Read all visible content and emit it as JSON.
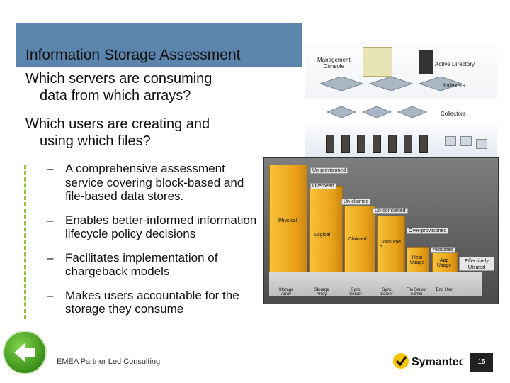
{
  "title": "Information Storage Assessment",
  "question1": [
    "Which servers are consuming",
    "data from which arrays?"
  ],
  "question2": [
    "Which users are creating and",
    "using which files?"
  ],
  "bullets": [
    "A comprehensive assessment service covering block-based and file-based data stores.",
    "Enables better-informed information lifecycle policy decisions",
    "Facilitates implementation of chargeback models",
    "Makes users accountable for the storage they consume"
  ],
  "diagram": {
    "management_console": [
      "Management",
      "Console"
    ],
    "active_directory": "Active Directory",
    "indexers": "Indexers",
    "collectors": "Collectors"
  },
  "chart": {
    "columns": [
      "Physical",
      "Logical",
      "Claimed",
      "Consumed",
      "Host Usage",
      "App Usage"
    ],
    "callouts": [
      "Un-provisioned",
      "Overhead",
      "Un-claimed",
      "Un-consumed",
      "Over-provisioned",
      "Allocated",
      "Effectively Utilized"
    ],
    "icon_labels": [
      "Storage Array",
      "Storage Array",
      "Sync Server",
      "Sync Server",
      "File Server Admin",
      "End User"
    ]
  },
  "footer": {
    "text": "EMEA Partner Led Consulting",
    "page_number": "15",
    "logo_text": "Symantec."
  },
  "colors": {
    "title_bar": "#5b85ad",
    "accent_green": "#8cc63f",
    "bar_gold": "#e8a119",
    "logo_yellow": "#f5c400"
  }
}
